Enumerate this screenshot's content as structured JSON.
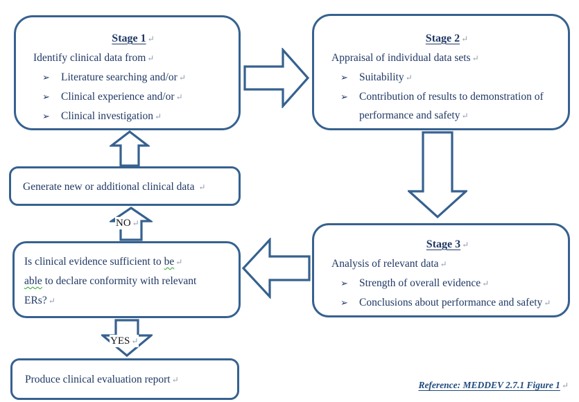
{
  "marks": {
    "return_mark": "↵",
    "bullet": "➢"
  },
  "colors": {
    "border": "#36618F",
    "text": "#1F3864",
    "reference": "#1F497D",
    "squiggle": "#27A327",
    "mark": "#8C98AC"
  },
  "flow": {
    "stage1": {
      "title": "Stage 1",
      "intro": "Identify clinical data from",
      "bullets": [
        "Literature searching and/or",
        "Clinical experience and/or",
        "Clinical investigation"
      ]
    },
    "stage2": {
      "title": "Stage 2",
      "intro": "Appraisal of individual data sets",
      "bullets": [
        "Suitability",
        "Contribution of results to demonstration of performance and safety"
      ]
    },
    "stage3": {
      "title": "Stage 3",
      "intro": "Analysis of relevant data",
      "bullets": [
        "Strength of overall evidence",
        "Conclusions about performance and safety"
      ]
    },
    "generate_box": "Generate new or additional clinical data ",
    "question": {
      "line1_pre": "Is clinical evidence sufficient to ",
      "line1_word": "be",
      "line2_word": "able",
      "line2_rest": " to declare conformity with relevant",
      "line3": "ERs?"
    },
    "produce_box": "Produce clinical evaluation report",
    "no_label": "NO",
    "yes_label": "YES",
    "reference": "Reference: MEDDEV 2.7.1 Figure 1"
  }
}
